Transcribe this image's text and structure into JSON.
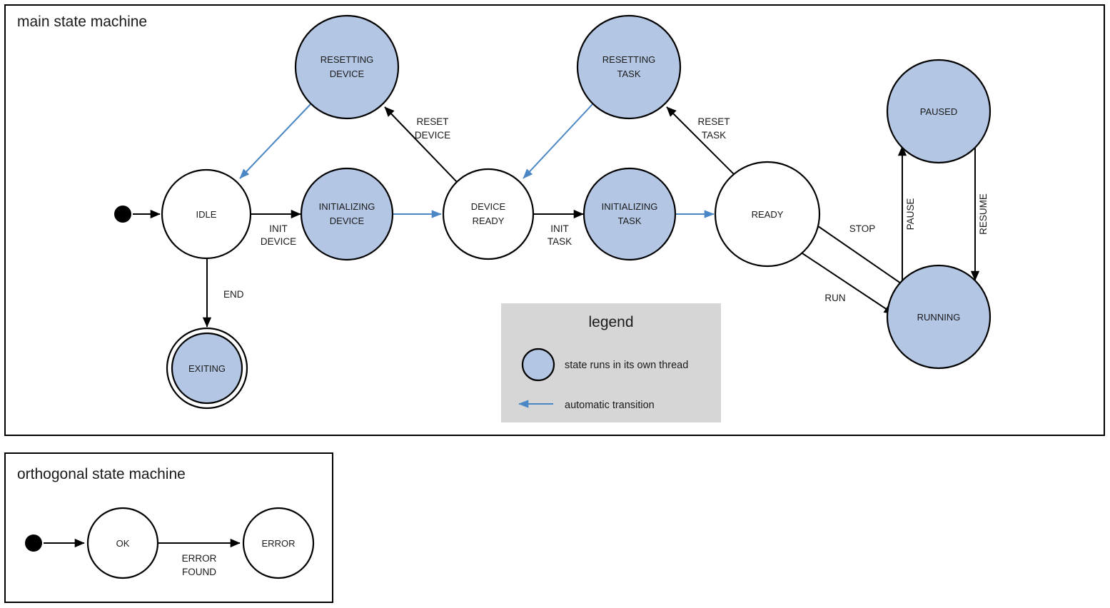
{
  "colors": {
    "thread_state_fill": "#b3c6e4",
    "plain_state_fill": "#ffffff",
    "stroke": "#000000",
    "auto_transition": "#4a87c4",
    "legend_background": "#d6d6d6",
    "page_background": "#ffffff"
  },
  "main_frame": {
    "title": "main state machine"
  },
  "orthogonal_frame": {
    "title": "orthogonal state machine"
  },
  "states": {
    "idle": "IDLE",
    "initializing_device_line1": "INITIALIZING",
    "initializing_device_line2": "DEVICE",
    "resetting_device_line1": "RESETTING",
    "resetting_device_line2": "DEVICE",
    "device_ready_line1": "DEVICE",
    "device_ready_line2": "READY",
    "initializing_task_line1": "INITIALIZING",
    "initializing_task_line2": "TASK",
    "resetting_task_line1": "RESETTING",
    "resetting_task_line2": "TASK",
    "ready": "READY",
    "paused": "PAUSED",
    "running": "RUNNING",
    "exiting": "EXITING",
    "ok": "OK",
    "error": "ERROR"
  },
  "transitions": {
    "init_device_line1": "INIT",
    "init_device_line2": "DEVICE",
    "reset_device_line1": "RESET",
    "reset_device_line2": "DEVICE",
    "init_task_line1": "INIT",
    "init_task_line2": "TASK",
    "reset_task_line1": "RESET",
    "reset_task_line2": "TASK",
    "end": "END",
    "stop": "STOP",
    "run": "RUN",
    "pause": "PAUSE",
    "resume": "RESUME",
    "error_found_line1": "ERROR",
    "error_found_line2": "FOUND"
  },
  "legend": {
    "title": "legend",
    "thread_text": "state runs in its own thread",
    "auto_text": "automatic transition"
  }
}
